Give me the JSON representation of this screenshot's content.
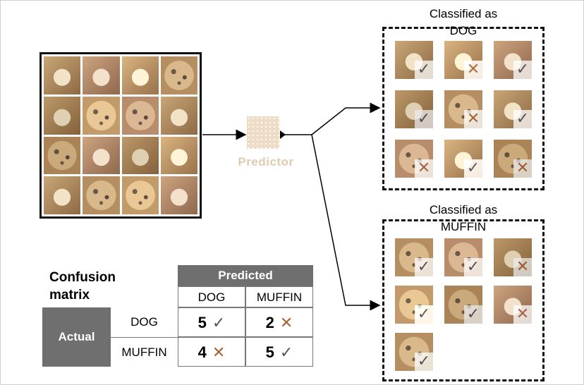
{
  "predictor": {
    "label": "Predictor"
  },
  "groups": {
    "dog": {
      "title_line1": "Classified as",
      "title_line2": "DOG",
      "marks": [
        "✓",
        "✕",
        "✓",
        "✓",
        "✕",
        "✓",
        "✕",
        "✓",
        "✕"
      ]
    },
    "muffin": {
      "title_line1": "Classified as",
      "title_line2": "MUFFIN",
      "marks": [
        "✓",
        "✓",
        "✕",
        "✓",
        "✓",
        "✕",
        "✓"
      ]
    }
  },
  "confusion": {
    "title_line1": "Confusion",
    "title_line2": "matrix",
    "predicted_label": "Predicted",
    "actual_label": "Actual",
    "col_dog": "DOG",
    "col_muffin": "MUFFIN",
    "row_dog": "DOG",
    "row_muffin": "MUFFIN",
    "cells": {
      "dog_dog": {
        "value": "5",
        "mark": "✓"
      },
      "dog_muffin": {
        "value": "2",
        "mark": "✕"
      },
      "muffin_dog": {
        "value": "4",
        "mark": "✕"
      },
      "muffin_muffin": {
        "value": "5",
        "mark": "✓"
      }
    }
  }
}
